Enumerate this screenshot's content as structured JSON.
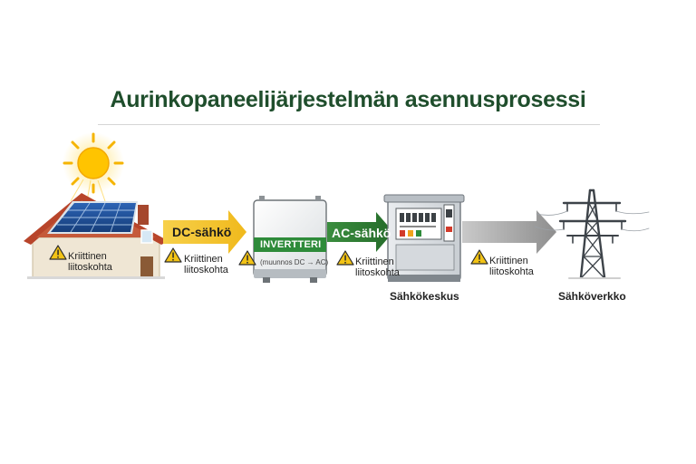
{
  "title": "Aurinkopaneelijärjestelmän asennusprosessi",
  "flows": {
    "dc": "DC-sähkö",
    "ac": "AC-sähkö"
  },
  "inverter": {
    "label": "INVERTTERI",
    "sublabel": "(muunnos DC → AC)"
  },
  "critical_point": {
    "line1": "Kriittinen",
    "line2": "liitoskohta"
  },
  "captions": {
    "distribution_board": "Sähkökeskus",
    "grid": "Sähköverkko"
  },
  "colors": {
    "title": "#1f4e2c",
    "dc_arrow": "#f3c22b",
    "ac_arrow": "#2f7d32",
    "grid_arrow": "#9e9e9e",
    "warning": "#f2c316"
  },
  "icons": [
    "sun-icon",
    "house-icon",
    "solar-panel-icon",
    "inverter-icon",
    "distribution-board-icon",
    "power-pylon-icon",
    "warning-icon"
  ]
}
